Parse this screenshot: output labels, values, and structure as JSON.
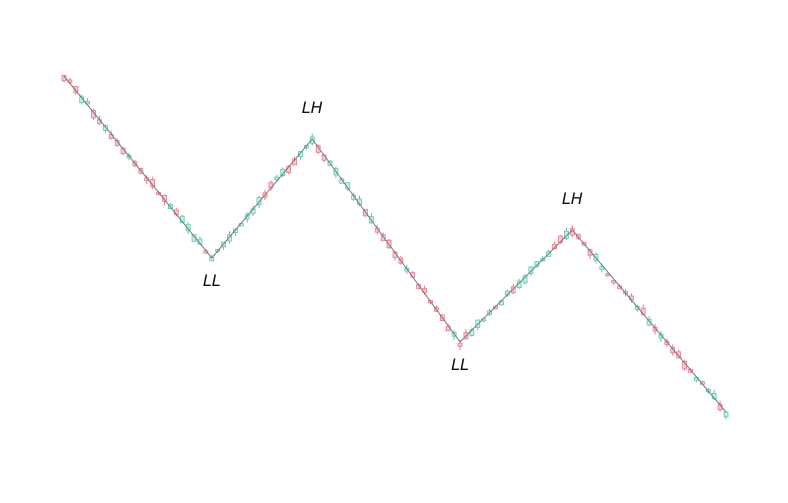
{
  "chart_data": {
    "type": "candlestick",
    "title": "",
    "xlabel": "",
    "ylabel": "",
    "axes_visible": false,
    "grid": false,
    "colors": {
      "up": "#5fc4b0",
      "down": "#e87a86",
      "line": "#6f7a80",
      "label": "#111111"
    },
    "ylim": [
      0,
      100
    ],
    "xlim": [
      0,
      112
    ],
    "zigzag": [
      {
        "x": 0,
        "y": 100
      },
      {
        "x": 25,
        "y": 48
      },
      {
        "x": 42,
        "y": 82
      },
      {
        "x": 67,
        "y": 24
      },
      {
        "x": 86,
        "y": 56
      },
      {
        "x": 112,
        "y": 4
      }
    ],
    "pivots": [
      {
        "label": "LL",
        "x": 25,
        "y": 48,
        "position": "below"
      },
      {
        "label": "LH",
        "x": 42,
        "y": 82,
        "position": "above"
      },
      {
        "label": "LL",
        "x": 67,
        "y": 24,
        "position": "below"
      },
      {
        "label": "LH",
        "x": 86,
        "y": 56,
        "position": "above"
      }
    ]
  }
}
